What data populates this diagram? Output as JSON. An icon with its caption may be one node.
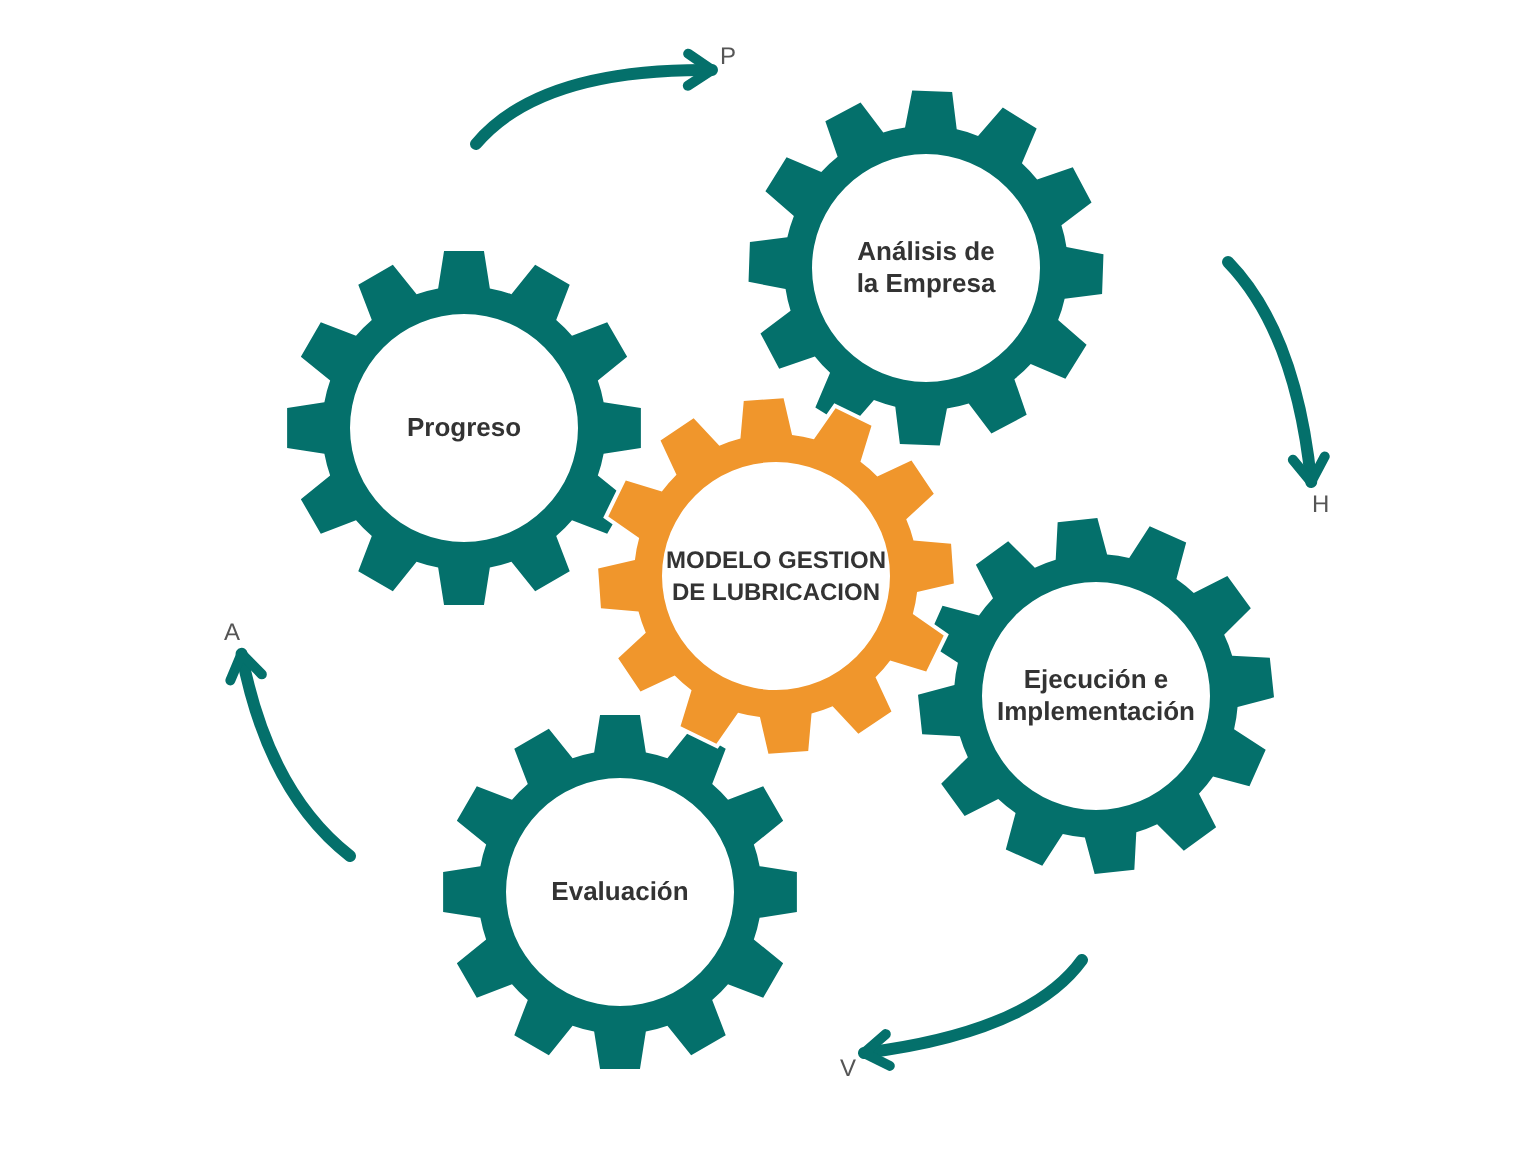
{
  "diagram": {
    "nodes": [
      {
        "text": [
          "P"
        ]
      },
      {
        "text": [
          "Análisis de la Empresa"
        ]
      },
      {
        "text": [
          "Progreso"
        ]
      },
      {
        "text": [
          "H"
        ]
      },
      {
        "text": [
          "MODELO GESTION DE LUBRICACION"
        ]
      },
      {
        "text": [
          "A"
        ]
      },
      {
        "text": [
          "Ejecución e Implementación"
        ]
      },
      {
        "text": [
          "Evaluación"
        ]
      },
      {
        "text": [
          "V"
        ]
      }
    ],
    "edges": [
      {
        "from": null,
        "to": 0,
        "arrow": "to"
      },
      {
        "from": null,
        "to": 3,
        "arrow": "to"
      },
      {
        "from": null,
        "to": 8,
        "arrow": "to"
      },
      {
        "from": null,
        "to": 5,
        "arrow": "to"
      }
    ]
  }
}
